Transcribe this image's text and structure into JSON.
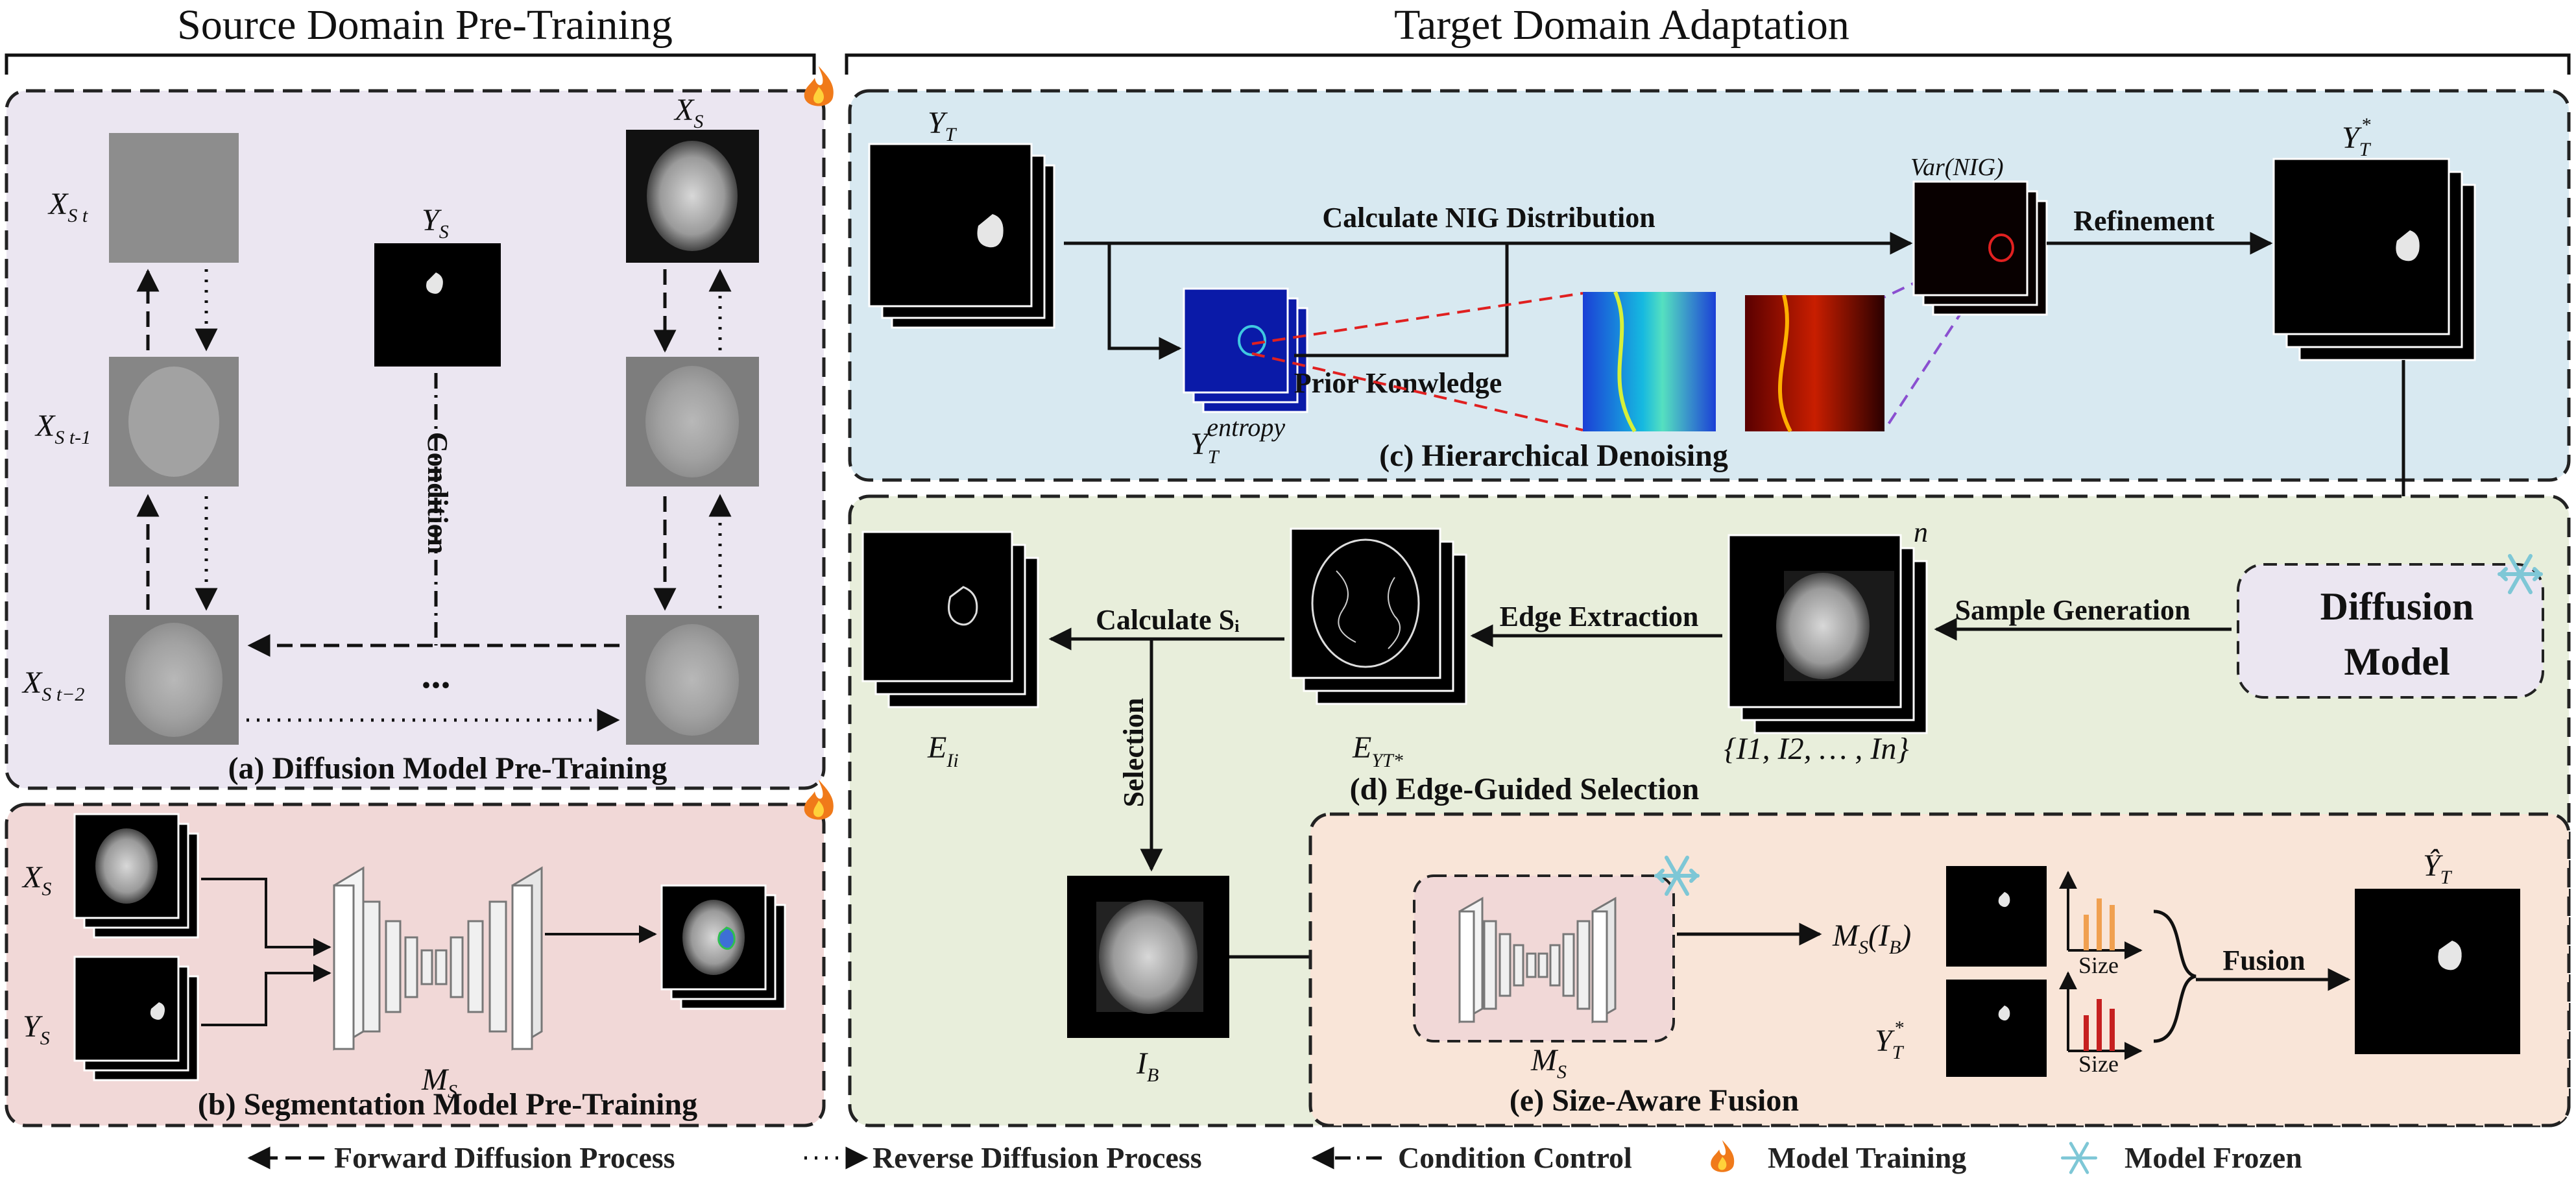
{
  "headers": {
    "source": "Source Domain Pre-Training",
    "target": "Target Domain Adaptation"
  },
  "panels": {
    "a": "(a) Diffusion Model Pre-Training",
    "b": "(b) Segmentation Model Pre-Training",
    "c": "(c) Hierarchical Denoising",
    "d": "(d) Edge-Guided Selection",
    "e": "(e) Size-Aware Fusion"
  },
  "symbols": {
    "X": "X",
    "Y": "Y",
    "M": "M",
    "E": "E",
    "I": "I",
    "sub_S": "S",
    "sub_T": "T",
    "sub_St": "S t",
    "sub_St1": "S t-1",
    "sub_St2": "S t−2",
    "sub_B": "B",
    "sub_Ii": "Ii",
    "sub_YTstar": "YT*",
    "sup_star": "*",
    "sup_entropy": "entropy",
    "var_nig": "Var(NIG)",
    "ms_ib": "M",
    "ms_ib_tail": "(I",
    "ms_ib_close": ")",
    "sample_set": "{I1, I2, … , In}",
    "hat_y": "Ŷ",
    "n_mark": "n",
    "ellipsis": "..."
  },
  "labels": {
    "calc_nig": "Calculate NIG Distribution",
    "refinement": "Refinement",
    "prior": "Prior Konwledge",
    "condition": "Condition",
    "sample_generation": "Sample Generation",
    "edge_extraction": "Edge Extraction",
    "calculate_si": "Calculate Sᵢ",
    "selection": "Selection",
    "fusion": "Fusion",
    "size": "Size"
  },
  "diffusion_model": {
    "line1": "Diffusion",
    "line2": "Model"
  },
  "legend": {
    "forward": "Forward Diffusion Process",
    "reverse": "Reverse Diffusion Process",
    "condition": "Condition Control",
    "training": "Model Training",
    "frozen": "Model Frozen"
  },
  "colors": {
    "panel_a": "#ebe6f1",
    "panel_b": "#f1d8d7",
    "panel_c": "#d8e9f1",
    "panel_de": "#e8eedb",
    "panel_e": "#f9e5d8",
    "accent_red": "#e02020",
    "accent_purple": "#8a4fd0",
    "fire": "#f07a1a",
    "frost": "#7ec7d6"
  }
}
